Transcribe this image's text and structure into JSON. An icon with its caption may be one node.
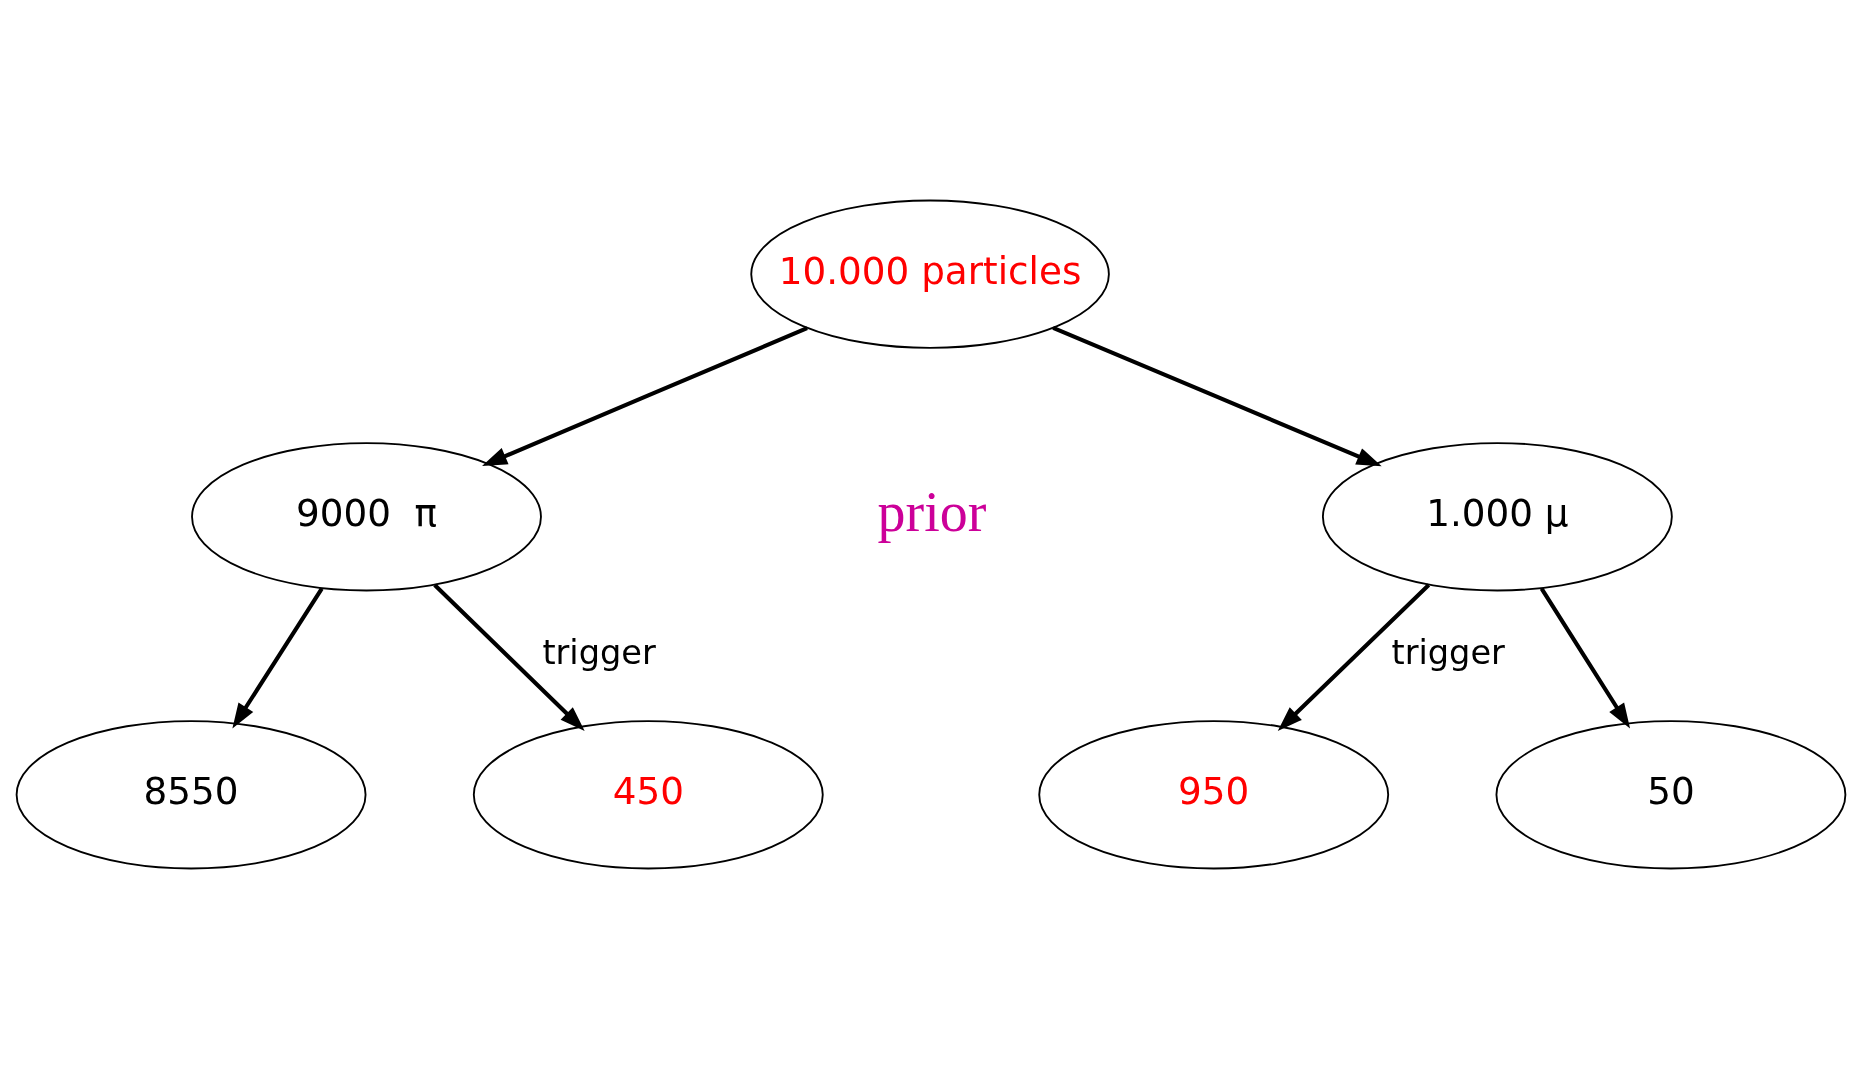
{
  "diagram": {
    "nodes": [
      {
        "text": [
          "10.000 particles"
        ]
      },
      {
        "text": [
          "9000  π"
        ]
      },
      {
        "text": [
          "1.000 μ"
        ]
      },
      {
        "text": [
          "8550"
        ]
      },
      {
        "text": [
          "450"
        ]
      },
      {
        "text": [
          "950"
        ]
      },
      {
        "text": [
          "50"
        ]
      }
    ],
    "edges": [
      {
        "from": 0,
        "to": 1,
        "arrow": "to"
      },
      {
        "from": 0,
        "to": 2,
        "arrow": "to"
      },
      {
        "from": 1,
        "to": 3,
        "arrow": "to"
      },
      {
        "from": 1,
        "to": 4,
        "arrow": "to",
        "label": "trigger"
      },
      {
        "from": 2,
        "to": 5,
        "arrow": "to",
        "label": "trigger"
      },
      {
        "from": 2,
        "to": 6,
        "arrow": "to"
      }
    ],
    "labels": [
      "prior"
    ]
  }
}
